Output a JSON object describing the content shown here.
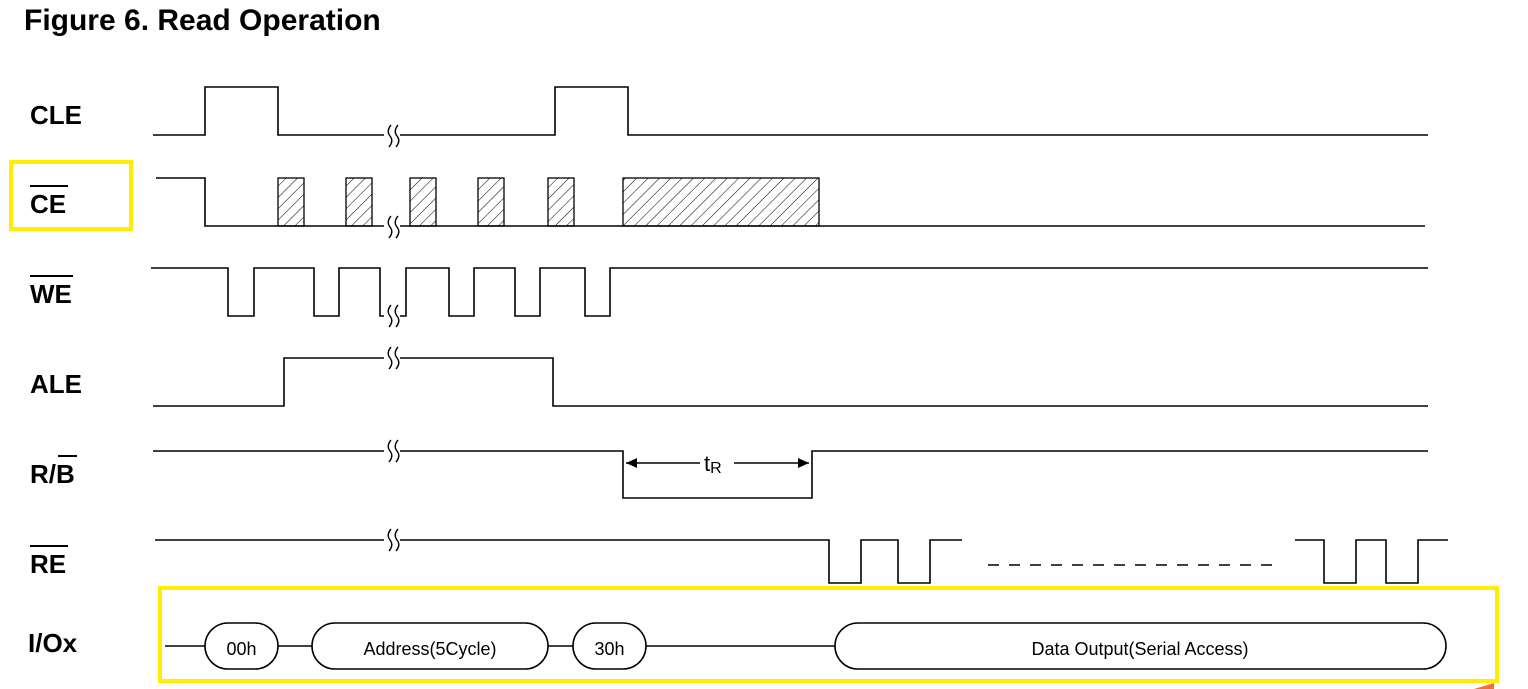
{
  "figure": {
    "title": "Figure 6. Read Operation"
  },
  "signals": {
    "cle": "CLE",
    "ce": "CE",
    "we": "WE",
    "ale": "ALE",
    "rb_prefix": "R/",
    "rb_bar": "B",
    "re": "RE",
    "io": "I/Ox"
  },
  "timing": {
    "tr_t": "t",
    "tr_sub": "R"
  },
  "bus": {
    "cmd1": "00h",
    "address": "Address(5Cycle)",
    "cmd2": "30h",
    "data": "Data Output(Serial Access)"
  },
  "colors": {
    "highlight": "#ffee00",
    "line": "#000000"
  }
}
